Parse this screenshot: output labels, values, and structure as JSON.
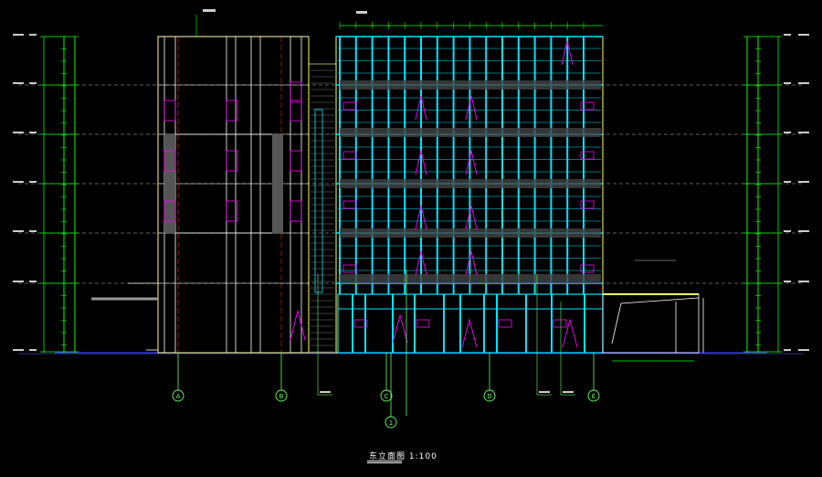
{
  "drawing": {
    "title": "东立面图 1:100",
    "axis_labels": [
      "A",
      "B",
      "C",
      "D",
      "E",
      "1"
    ],
    "colors": {
      "background": "#000000",
      "dimension": "#00ff00",
      "curtain_wall": "#00e5ff",
      "window_tag": "#ff00ff",
      "outline": "#ffff66",
      "axis_line": "#ff2222",
      "level_line": "#bbbbbb",
      "ground": "#3333ff"
    }
  }
}
